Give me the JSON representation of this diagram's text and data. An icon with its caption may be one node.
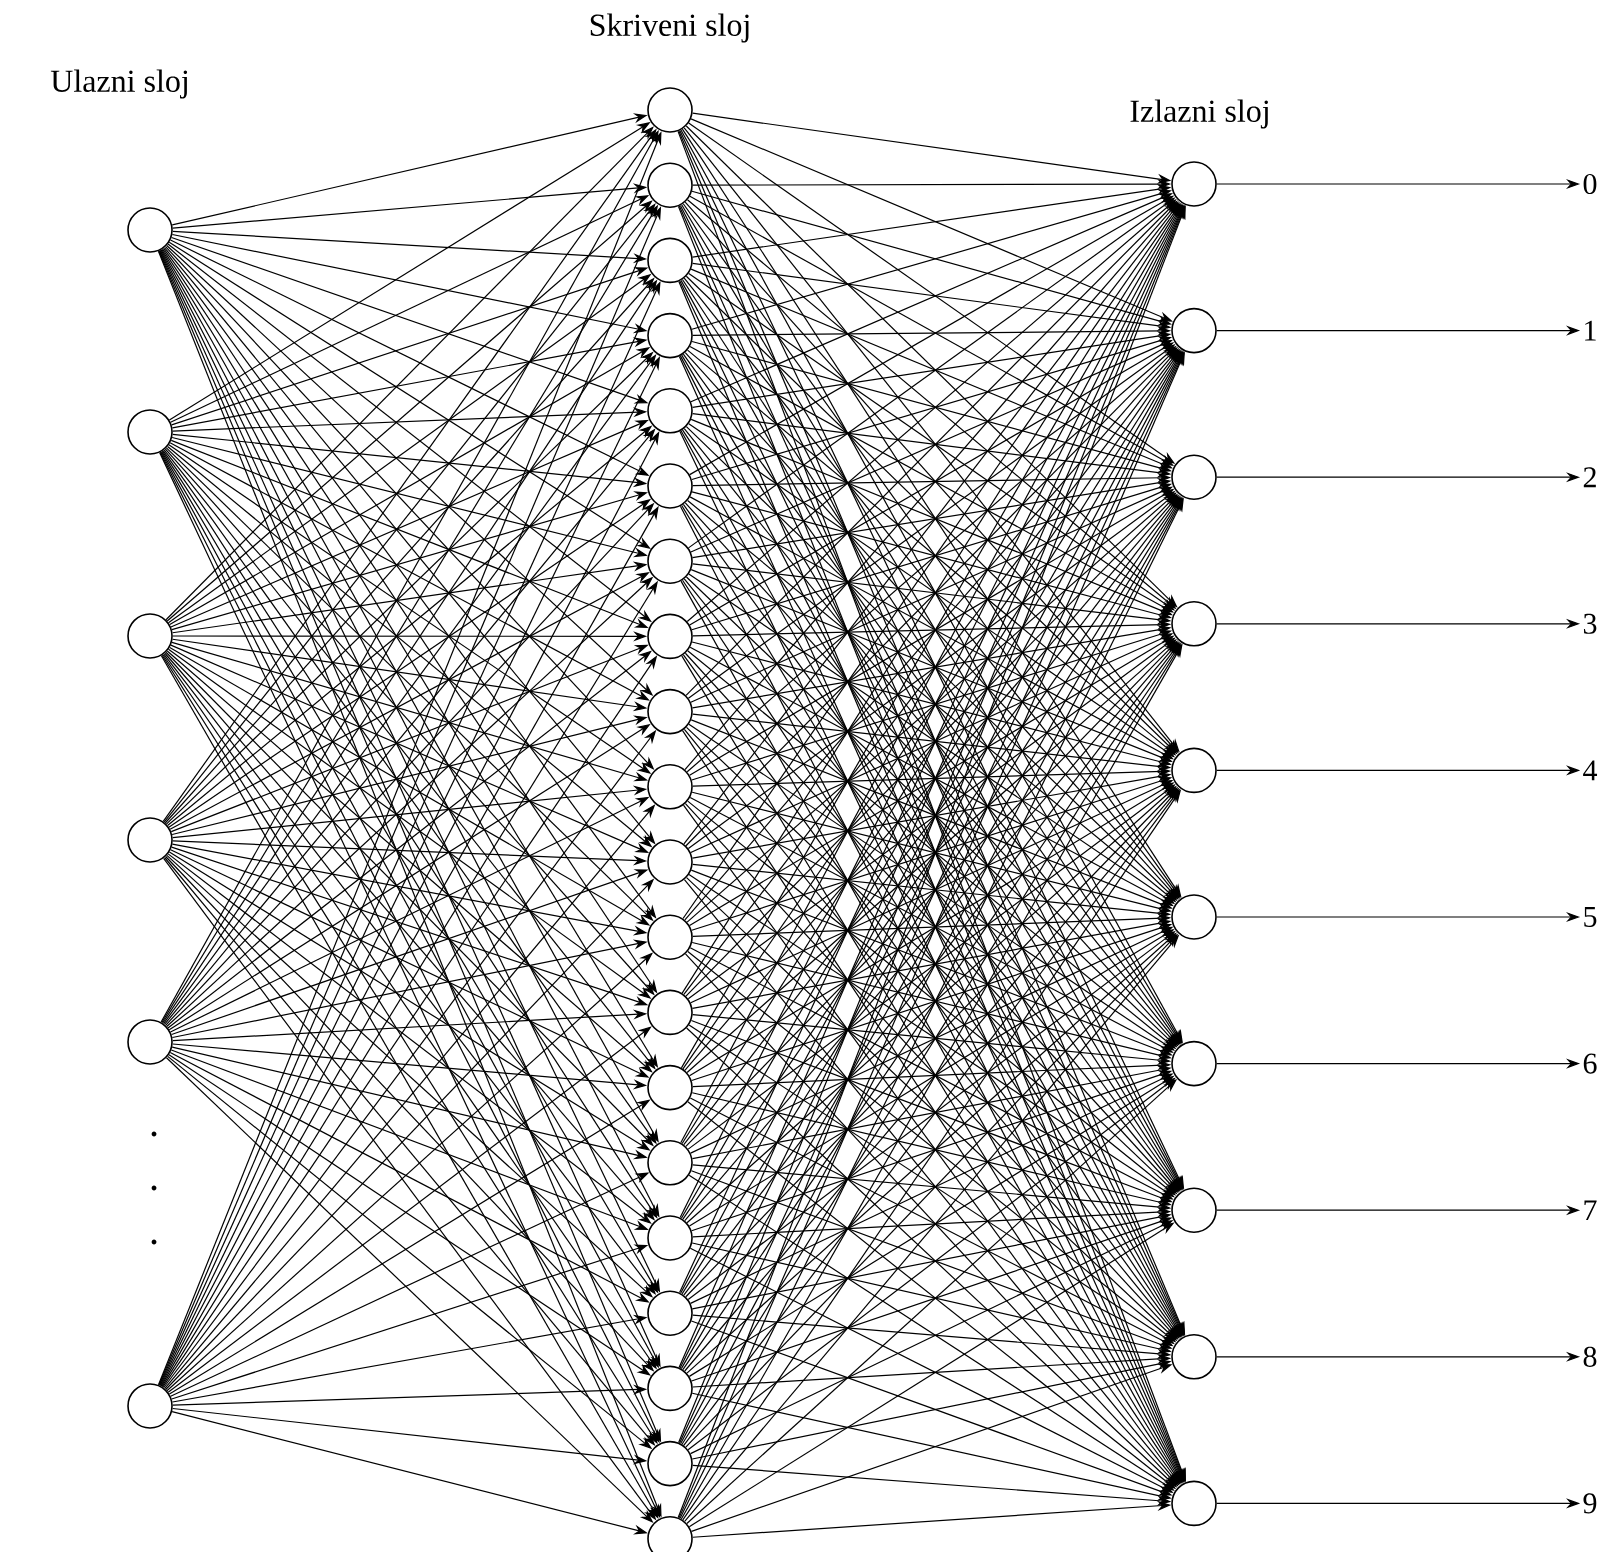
{
  "diagram": {
    "nodes": [
      {
        "text": [],
        "shape": "circle"
      },
      {
        "text": [],
        "shape": "circle"
      },
      {
        "text": [],
        "shape": "circle"
      },
      {
        "text": [],
        "shape": "circle"
      },
      {
        "text": [],
        "shape": "circle"
      },
      {
        "text": [],
        "shape": "circle"
      },
      {
        "text": [],
        "shape": "circle"
      },
      {
        "text": [],
        "shape": "circle"
      },
      {
        "text": [],
        "shape": "circle"
      },
      {
        "text": [],
        "shape": "circle"
      },
      {
        "text": [],
        "shape": "circle"
      },
      {
        "text": [],
        "shape": "circle"
      },
      {
        "text": [],
        "shape": "circle"
      },
      {
        "text": [],
        "shape": "circle"
      },
      {
        "text": [],
        "shape": "circle"
      },
      {
        "text": [],
        "shape": "circle"
      },
      {
        "text": [],
        "shape": "circle"
      },
      {
        "text": [],
        "shape": "circle"
      },
      {
        "text": [],
        "shape": "circle"
      },
      {
        "text": [],
        "shape": "circle"
      },
      {
        "text": [],
        "shape": "circle"
      },
      {
        "text": [],
        "shape": "circle"
      },
      {
        "text": [],
        "shape": "circle"
      },
      {
        "text": [],
        "shape": "circle"
      },
      {
        "text": [],
        "shape": "circle"
      },
      {
        "text": [],
        "shape": "circle"
      },
      {
        "text": [],
        "shape": "circle"
      },
      {
        "text": [],
        "shape": "circle"
      },
      {
        "text": [],
        "shape": "circle"
      },
      {
        "text": [],
        "shape": "circle"
      },
      {
        "text": [],
        "shape": "circle"
      },
      {
        "text": [],
        "shape": "circle"
      },
      {
        "text": [],
        "shape": "circle"
      },
      {
        "text": [],
        "shape": "circle"
      },
      {
        "text": [],
        "shape": "circle"
      },
      {
        "text": [],
        "shape": "circle"
      },
      {
        "text": [
          "0"
        ]
      },
      {
        "text": [
          "1"
        ]
      },
      {
        "text": [
          "2"
        ]
      },
      {
        "text": [
          "3"
        ]
      },
      {
        "text": [
          "4"
        ]
      },
      {
        "text": [
          "5"
        ]
      },
      {
        "text": [
          "6"
        ]
      },
      {
        "text": [
          "7"
        ]
      },
      {
        "text": [
          "8"
        ]
      },
      {
        "text": [
          "9"
        ]
      }
    ],
    "edges": [
      {
        "from": 0,
        "to": 6,
        "arrow": "to"
      },
      {
        "from": 0,
        "to": 7,
        "arrow": "to"
      },
      {
        "from": 0,
        "to": 8,
        "arrow": "to"
      },
      {
        "from": 0,
        "to": 9,
        "arrow": "to"
      },
      {
        "from": 0,
        "to": 10,
        "arrow": "to"
      },
      {
        "from": 0,
        "to": 11,
        "arrow": "to"
      },
      {
        "from": 0,
        "to": 12,
        "arrow": "to"
      },
      {
        "from": 0,
        "to": 13,
        "arrow": "to"
      },
      {
        "from": 0,
        "to": 14,
        "arrow": "to"
      },
      {
        "from": 0,
        "to": 15,
        "arrow": "to"
      },
      {
        "from": 0,
        "to": 16,
        "arrow": "to"
      },
      {
        "from": 0,
        "to": 17,
        "arrow": "to"
      },
      {
        "from": 0,
        "to": 18,
        "arrow": "to"
      },
      {
        "from": 0,
        "to": 19,
        "arrow": "to"
      },
      {
        "from": 0,
        "to": 20,
        "arrow": "to"
      },
      {
        "from": 0,
        "to": 21,
        "arrow": "to"
      },
      {
        "from": 0,
        "to": 22,
        "arrow": "to"
      },
      {
        "from": 0,
        "to": 23,
        "arrow": "to"
      },
      {
        "from": 0,
        "to": 24,
        "arrow": "to"
      },
      {
        "from": 0,
        "to": 25,
        "arrow": "to"
      },
      {
        "from": 1,
        "to": 6,
        "arrow": "to"
      },
      {
        "from": 1,
        "to": 7,
        "arrow": "to"
      },
      {
        "from": 1,
        "to": 8,
        "arrow": "to"
      },
      {
        "from": 1,
        "to": 9,
        "arrow": "to"
      },
      {
        "from": 1,
        "to": 10,
        "arrow": "to"
      },
      {
        "from": 1,
        "to": 11,
        "arrow": "to"
      },
      {
        "from": 1,
        "to": 12,
        "arrow": "to"
      },
      {
        "from": 1,
        "to": 13,
        "arrow": "to"
      },
      {
        "from": 1,
        "to": 14,
        "arrow": "to"
      },
      {
        "from": 1,
        "to": 15,
        "arrow": "to"
      },
      {
        "from": 1,
        "to": 16,
        "arrow": "to"
      },
      {
        "from": 1,
        "to": 17,
        "arrow": "to"
      },
      {
        "from": 1,
        "to": 18,
        "arrow": "to"
      },
      {
        "from": 1,
        "to": 19,
        "arrow": "to"
      },
      {
        "from": 1,
        "to": 20,
        "arrow": "to"
      },
      {
        "from": 1,
        "to": 21,
        "arrow": "to"
      },
      {
        "from": 1,
        "to": 22,
        "arrow": "to"
      },
      {
        "from": 1,
        "to": 23,
        "arrow": "to"
      },
      {
        "from": 1,
        "to": 24,
        "arrow": "to"
      },
      {
        "from": 1,
        "to": 25,
        "arrow": "to"
      },
      {
        "from": 2,
        "to": 6,
        "arrow": "to"
      },
      {
        "from": 2,
        "to": 7,
        "arrow": "to"
      },
      {
        "from": 2,
        "to": 8,
        "arrow": "to"
      },
      {
        "from": 2,
        "to": 9,
        "arrow": "to"
      },
      {
        "from": 2,
        "to": 10,
        "arrow": "to"
      },
      {
        "from": 2,
        "to": 11,
        "arrow": "to"
      },
      {
        "from": 2,
        "to": 12,
        "arrow": "to"
      },
      {
        "from": 2,
        "to": 13,
        "arrow": "to"
      },
      {
        "from": 2,
        "to": 14,
        "arrow": "to"
      },
      {
        "from": 2,
        "to": 15,
        "arrow": "to"
      },
      {
        "from": 2,
        "to": 16,
        "arrow": "to"
      },
      {
        "from": 2,
        "to": 17,
        "arrow": "to"
      },
      {
        "from": 2,
        "to": 18,
        "arrow": "to"
      },
      {
        "from": 2,
        "to": 19,
        "arrow": "to"
      },
      {
        "from": 2,
        "to": 20,
        "arrow": "to"
      },
      {
        "from": 2,
        "to": 21,
        "arrow": "to"
      },
      {
        "from": 2,
        "to": 22,
        "arrow": "to"
      },
      {
        "from": 2,
        "to": 23,
        "arrow": "to"
      },
      {
        "from": 2,
        "to": 24,
        "arrow": "to"
      },
      {
        "from": 2,
        "to": 25,
        "arrow": "to"
      },
      {
        "from": 3,
        "to": 6,
        "arrow": "to"
      },
      {
        "from": 3,
        "to": 7,
        "arrow": "to"
      },
      {
        "from": 3,
        "to": 8,
        "arrow": "to"
      },
      {
        "from": 3,
        "to": 9,
        "arrow": "to"
      },
      {
        "from": 3,
        "to": 10,
        "arrow": "to"
      },
      {
        "from": 3,
        "to": 11,
        "arrow": "to"
      },
      {
        "from": 3,
        "to": 12,
        "arrow": "to"
      },
      {
        "from": 3,
        "to": 13,
        "arrow": "to"
      },
      {
        "from": 3,
        "to": 14,
        "arrow": "to"
      },
      {
        "from": 3,
        "to": 15,
        "arrow": "to"
      },
      {
        "from": 3,
        "to": 16,
        "arrow": "to"
      },
      {
        "from": 3,
        "to": 17,
        "arrow": "to"
      },
      {
        "from": 3,
        "to": 18,
        "arrow": "to"
      },
      {
        "from": 3,
        "to": 19,
        "arrow": "to"
      },
      {
        "from": 3,
        "to": 20,
        "arrow": "to"
      },
      {
        "from": 3,
        "to": 21,
        "arrow": "to"
      },
      {
        "from": 3,
        "to": 22,
        "arrow": "to"
      },
      {
        "from": 3,
        "to": 23,
        "arrow": "to"
      },
      {
        "from": 3,
        "to": 24,
        "arrow": "to"
      },
      {
        "from": 3,
        "to": 25,
        "arrow": "to"
      },
      {
        "from": 4,
        "to": 6,
        "arrow": "to"
      },
      {
        "from": 4,
        "to": 7,
        "arrow": "to"
      },
      {
        "from": 4,
        "to": 8,
        "arrow": "to"
      },
      {
        "from": 4,
        "to": 9,
        "arrow": "to"
      },
      {
        "from": 4,
        "to": 10,
        "arrow": "to"
      },
      {
        "from": 4,
        "to": 11,
        "arrow": "to"
      },
      {
        "from": 4,
        "to": 12,
        "arrow": "to"
      },
      {
        "from": 4,
        "to": 13,
        "arrow": "to"
      },
      {
        "from": 4,
        "to": 14,
        "arrow": "to"
      },
      {
        "from": 4,
        "to": 15,
        "arrow": "to"
      },
      {
        "from": 4,
        "to": 16,
        "arrow": "to"
      },
      {
        "from": 4,
        "to": 17,
        "arrow": "to"
      },
      {
        "from": 4,
        "to": 18,
        "arrow": "to"
      },
      {
        "from": 4,
        "to": 19,
        "arrow": "to"
      },
      {
        "from": 4,
        "to": 20,
        "arrow": "to"
      },
      {
        "from": 4,
        "to": 21,
        "arrow": "to"
      },
      {
        "from": 4,
        "to": 22,
        "arrow": "to"
      },
      {
        "from": 4,
        "to": 23,
        "arrow": "to"
      },
      {
        "from": 4,
        "to": 24,
        "arrow": "to"
      },
      {
        "from": 4,
        "to": 25,
        "arrow": "to"
      },
      {
        "from": 5,
        "to": 6,
        "arrow": "to"
      },
      {
        "from": 5,
        "to": 7,
        "arrow": "to"
      },
      {
        "from": 5,
        "to": 8,
        "arrow": "to"
      },
      {
        "from": 5,
        "to": 9,
        "arrow": "to"
      },
      {
        "from": 5,
        "to": 10,
        "arrow": "to"
      },
      {
        "from": 5,
        "to": 11,
        "arrow": "to"
      },
      {
        "from": 5,
        "to": 12,
        "arrow": "to"
      },
      {
        "from": 5,
        "to": 13,
        "arrow": "to"
      },
      {
        "from": 5,
        "to": 14,
        "arrow": "to"
      },
      {
        "from": 5,
        "to": 15,
        "arrow": "to"
      },
      {
        "from": 5,
        "to": 16,
        "arrow": "to"
      },
      {
        "from": 5,
        "to": 17,
        "arrow": "to"
      },
      {
        "from": 5,
        "to": 18,
        "arrow": "to"
      },
      {
        "from": 5,
        "to": 19,
        "arrow": "to"
      },
      {
        "from": 5,
        "to": 20,
        "arrow": "to"
      },
      {
        "from": 5,
        "to": 21,
        "arrow": "to"
      },
      {
        "from": 5,
        "to": 22,
        "arrow": "to"
      },
      {
        "from": 5,
        "to": 23,
        "arrow": "to"
      },
      {
        "from": 5,
        "to": 24,
        "arrow": "to"
      },
      {
        "from": 5,
        "to": 25,
        "arrow": "to"
      },
      {
        "from": 6,
        "to": 26,
        "arrow": "to"
      },
      {
        "from": 6,
        "to": 27,
        "arrow": "to"
      },
      {
        "from": 6,
        "to": 28,
        "arrow": "to"
      },
      {
        "from": 6,
        "to": 29,
        "arrow": "to"
      },
      {
        "from": 6,
        "to": 30,
        "arrow": "to"
      },
      {
        "from": 6,
        "to": 31,
        "arrow": "to"
      },
      {
        "from": 6,
        "to": 32,
        "arrow": "to"
      },
      {
        "from": 6,
        "to": 33,
        "arrow": "to"
      },
      {
        "from": 6,
        "to": 34,
        "arrow": "to"
      },
      {
        "from": 6,
        "to": 35,
        "arrow": "to"
      },
      {
        "from": 7,
        "to": 26,
        "arrow": "to"
      },
      {
        "from": 7,
        "to": 27,
        "arrow": "to"
      },
      {
        "from": 7,
        "to": 28,
        "arrow": "to"
      },
      {
        "from": 7,
        "to": 29,
        "arrow": "to"
      },
      {
        "from": 7,
        "to": 30,
        "arrow": "to"
      },
      {
        "from": 7,
        "to": 31,
        "arrow": "to"
      },
      {
        "from": 7,
        "to": 32,
        "arrow": "to"
      },
      {
        "from": 7,
        "to": 33,
        "arrow": "to"
      },
      {
        "from": 7,
        "to": 34,
        "arrow": "to"
      },
      {
        "from": 7,
        "to": 35,
        "arrow": "to"
      },
      {
        "from": 8,
        "to": 26,
        "arrow": "to"
      },
      {
        "from": 8,
        "to": 27,
        "arrow": "to"
      },
      {
        "from": 8,
        "to": 28,
        "arrow": "to"
      },
      {
        "from": 8,
        "to": 29,
        "arrow": "to"
      },
      {
        "from": 8,
        "to": 30,
        "arrow": "to"
      },
      {
        "from": 8,
        "to": 31,
        "arrow": "to"
      },
      {
        "from": 8,
        "to": 32,
        "arrow": "to"
      },
      {
        "from": 8,
        "to": 33,
        "arrow": "to"
      },
      {
        "from": 8,
        "to": 34,
        "arrow": "to"
      },
      {
        "from": 8,
        "to": 35,
        "arrow": "to"
      },
      {
        "from": 9,
        "to": 26,
        "arrow": "to"
      },
      {
        "from": 9,
        "to": 27,
        "arrow": "to"
      },
      {
        "from": 9,
        "to": 28,
        "arrow": "to"
      },
      {
        "from": 9,
        "to": 29,
        "arrow": "to"
      },
      {
        "from": 9,
        "to": 30,
        "arrow": "to"
      },
      {
        "from": 9,
        "to": 31,
        "arrow": "to"
      },
      {
        "from": 9,
        "to": 32,
        "arrow": "to"
      },
      {
        "from": 9,
        "to": 33,
        "arrow": "to"
      },
      {
        "from": 9,
        "to": 34,
        "arrow": "to"
      },
      {
        "from": 9,
        "to": 35,
        "arrow": "to"
      },
      {
        "from": 10,
        "to": 26,
        "arrow": "to"
      },
      {
        "from": 10,
        "to": 27,
        "arrow": "to"
      },
      {
        "from": 10,
        "to": 28,
        "arrow": "to"
      },
      {
        "from": 10,
        "to": 29,
        "arrow": "to"
      },
      {
        "from": 10,
        "to": 30,
        "arrow": "to"
      },
      {
        "from": 10,
        "to": 31,
        "arrow": "to"
      },
      {
        "from": 10,
        "to": 32,
        "arrow": "to"
      },
      {
        "from": 10,
        "to": 33,
        "arrow": "to"
      },
      {
        "from": 10,
        "to": 34,
        "arrow": "to"
      },
      {
        "from": 10,
        "to": 35,
        "arrow": "to"
      },
      {
        "from": 11,
        "to": 26,
        "arrow": "to"
      },
      {
        "from": 11,
        "to": 27,
        "arrow": "to"
      },
      {
        "from": 11,
        "to": 28,
        "arrow": "to"
      },
      {
        "from": 11,
        "to": 29,
        "arrow": "to"
      },
      {
        "from": 11,
        "to": 30,
        "arrow": "to"
      },
      {
        "from": 11,
        "to": 31,
        "arrow": "to"
      },
      {
        "from": 11,
        "to": 32,
        "arrow": "to"
      },
      {
        "from": 11,
        "to": 33,
        "arrow": "to"
      },
      {
        "from": 11,
        "to": 34,
        "arrow": "to"
      },
      {
        "from": 11,
        "to": 35,
        "arrow": "to"
      },
      {
        "from": 12,
        "to": 26,
        "arrow": "to"
      },
      {
        "from": 12,
        "to": 27,
        "arrow": "to"
      },
      {
        "from": 12,
        "to": 28,
        "arrow": "to"
      },
      {
        "from": 12,
        "to": 29,
        "arrow": "to"
      },
      {
        "from": 12,
        "to": 30,
        "arrow": "to"
      },
      {
        "from": 12,
        "to": 31,
        "arrow": "to"
      },
      {
        "from": 12,
        "to": 32,
        "arrow": "to"
      },
      {
        "from": 12,
        "to": 33,
        "arrow": "to"
      },
      {
        "from": 12,
        "to": 34,
        "arrow": "to"
      },
      {
        "from": 12,
        "to": 35,
        "arrow": "to"
      },
      {
        "from": 13,
        "to": 26,
        "arrow": "to"
      },
      {
        "from": 13,
        "to": 27,
        "arrow": "to"
      },
      {
        "from": 13,
        "to": 28,
        "arrow": "to"
      },
      {
        "from": 13,
        "to": 29,
        "arrow": "to"
      },
      {
        "from": 13,
        "to": 30,
        "arrow": "to"
      },
      {
        "from": 13,
        "to": 31,
        "arrow": "to"
      },
      {
        "from": 13,
        "to": 32,
        "arrow": "to"
      },
      {
        "from": 13,
        "to": 33,
        "arrow": "to"
      },
      {
        "from": 13,
        "to": 34,
        "arrow": "to"
      },
      {
        "from": 13,
        "to": 35,
        "arrow": "to"
      },
      {
        "from": 14,
        "to": 26,
        "arrow": "to"
      },
      {
        "from": 14,
        "to": 27,
        "arrow": "to"
      },
      {
        "from": 14,
        "to": 28,
        "arrow": "to"
      },
      {
        "from": 14,
        "to": 29,
        "arrow": "to"
      },
      {
        "from": 14,
        "to": 30,
        "arrow": "to"
      },
      {
        "from": 14,
        "to": 31,
        "arrow": "to"
      },
      {
        "from": 14,
        "to": 32,
        "arrow": "to"
      },
      {
        "from": 14,
        "to": 33,
        "arrow": "to"
      },
      {
        "from": 14,
        "to": 34,
        "arrow": "to"
      },
      {
        "from": 14,
        "to": 35,
        "arrow": "to"
      },
      {
        "from": 15,
        "to": 26,
        "arrow": "to"
      },
      {
        "from": 15,
        "to": 27,
        "arrow": "to"
      },
      {
        "from": 15,
        "to": 28,
        "arrow": "to"
      },
      {
        "from": 15,
        "to": 29,
        "arrow": "to"
      },
      {
        "from": 15,
        "to": 30,
        "arrow": "to"
      },
      {
        "from": 15,
        "to": 31,
        "arrow": "to"
      },
      {
        "from": 15,
        "to": 32,
        "arrow": "to"
      },
      {
        "from": 15,
        "to": 33,
        "arrow": "to"
      },
      {
        "from": 15,
        "to": 34,
        "arrow": "to"
      },
      {
        "from": 15,
        "to": 35,
        "arrow": "to"
      },
      {
        "from": 16,
        "to": 26,
        "arrow": "to"
      },
      {
        "from": 16,
        "to": 27,
        "arrow": "to"
      },
      {
        "from": 16,
        "to": 28,
        "arrow": "to"
      },
      {
        "from": 16,
        "to": 29,
        "arrow": "to"
      },
      {
        "from": 16,
        "to": 30,
        "arrow": "to"
      },
      {
        "from": 16,
        "to": 31,
        "arrow": "to"
      },
      {
        "from": 16,
        "to": 32,
        "arrow": "to"
      },
      {
        "from": 16,
        "to": 33,
        "arrow": "to"
      },
      {
        "from": 16,
        "to": 34,
        "arrow": "to"
      },
      {
        "from": 16,
        "to": 35,
        "arrow": "to"
      },
      {
        "from": 17,
        "to": 26,
        "arrow": "to"
      },
      {
        "from": 17,
        "to": 27,
        "arrow": "to"
      },
      {
        "from": 17,
        "to": 28,
        "arrow": "to"
      },
      {
        "from": 17,
        "to": 29,
        "arrow": "to"
      },
      {
        "from": 17,
        "to": 30,
        "arrow": "to"
      },
      {
        "from": 17,
        "to": 31,
        "arrow": "to"
      },
      {
        "from": 17,
        "to": 32,
        "arrow": "to"
      },
      {
        "from": 17,
        "to": 33,
        "arrow": "to"
      },
      {
        "from": 17,
        "to": 34,
        "arrow": "to"
      },
      {
        "from": 17,
        "to": 35,
        "arrow": "to"
      },
      {
        "from": 18,
        "to": 26,
        "arrow": "to"
      },
      {
        "from": 18,
        "to": 27,
        "arrow": "to"
      },
      {
        "from": 18,
        "to": 28,
        "arrow": "to"
      },
      {
        "from": 18,
        "to": 29,
        "arrow": "to"
      },
      {
        "from": 18,
        "to": 30,
        "arrow": "to"
      },
      {
        "from": 18,
        "to": 31,
        "arrow": "to"
      },
      {
        "from": 18,
        "to": 32,
        "arrow": "to"
      },
      {
        "from": 18,
        "to": 33,
        "arrow": "to"
      },
      {
        "from": 18,
        "to": 34,
        "arrow": "to"
      },
      {
        "from": 18,
        "to": 35,
        "arrow": "to"
      },
      {
        "from": 19,
        "to": 26,
        "arrow": "to"
      },
      {
        "from": 19,
        "to": 27,
        "arrow": "to"
      },
      {
        "from": 19,
        "to": 28,
        "arrow": "to"
      },
      {
        "from": 19,
        "to": 29,
        "arrow": "to"
      },
      {
        "from": 19,
        "to": 30,
        "arrow": "to"
      },
      {
        "from": 19,
        "to": 31,
        "arrow": "to"
      },
      {
        "from": 19,
        "to": 32,
        "arrow": "to"
      },
      {
        "from": 19,
        "to": 33,
        "arrow": "to"
      },
      {
        "from": 19,
        "to": 34,
        "arrow": "to"
      },
      {
        "from": 19,
        "to": 35,
        "arrow": "to"
      },
      {
        "from": 20,
        "to": 26,
        "arrow": "to"
      },
      {
        "from": 20,
        "to": 27,
        "arrow": "to"
      },
      {
        "from": 20,
        "to": 28,
        "arrow": "to"
      },
      {
        "from": 20,
        "to": 29,
        "arrow": "to"
      },
      {
        "from": 20,
        "to": 30,
        "arrow": "to"
      },
      {
        "from": 20,
        "to": 31,
        "arrow": "to"
      },
      {
        "from": 20,
        "to": 32,
        "arrow": "to"
      },
      {
        "from": 20,
        "to": 33,
        "arrow": "to"
      },
      {
        "from": 20,
        "to": 34,
        "arrow": "to"
      },
      {
        "from": 20,
        "to": 35,
        "arrow": "to"
      },
      {
        "from": 21,
        "to": 26,
        "arrow": "to"
      },
      {
        "from": 21,
        "to": 27,
        "arrow": "to"
      },
      {
        "from": 21,
        "to": 28,
        "arrow": "to"
      },
      {
        "from": 21,
        "to": 29,
        "arrow": "to"
      },
      {
        "from": 21,
        "to": 30,
        "arrow": "to"
      },
      {
        "from": 21,
        "to": 31,
        "arrow": "to"
      },
      {
        "from": 21,
        "to": 32,
        "arrow": "to"
      },
      {
        "from": 21,
        "to": 33,
        "arrow": "to"
      },
      {
        "from": 21,
        "to": 34,
        "arrow": "to"
      },
      {
        "from": 21,
        "to": 35,
        "arrow": "to"
      },
      {
        "from": 22,
        "to": 26,
        "arrow": "to"
      },
      {
        "from": 22,
        "to": 27,
        "arrow": "to"
      },
      {
        "from": 22,
        "to": 28,
        "arrow": "to"
      },
      {
        "from": 22,
        "to": 29,
        "arrow": "to"
      },
      {
        "from": 22,
        "to": 30,
        "arrow": "to"
      },
      {
        "from": 22,
        "to": 31,
        "arrow": "to"
      },
      {
        "from": 22,
        "to": 32,
        "arrow": "to"
      },
      {
        "from": 22,
        "to": 33,
        "arrow": "to"
      },
      {
        "from": 22,
        "to": 34,
        "arrow": "to"
      },
      {
        "from": 22,
        "to": 35,
        "arrow": "to"
      },
      {
        "from": 23,
        "to": 26,
        "arrow": "to"
      },
      {
        "from": 23,
        "to": 27,
        "arrow": "to"
      },
      {
        "from": 23,
        "to": 28,
        "arrow": "to"
      },
      {
        "from": 23,
        "to": 29,
        "arrow": "to"
      },
      {
        "from": 23,
        "to": 30,
        "arrow": "to"
      },
      {
        "from": 23,
        "to": 31,
        "arrow": "to"
      },
      {
        "from": 23,
        "to": 32,
        "arrow": "to"
      },
      {
        "from": 23,
        "to": 33,
        "arrow": "to"
      },
      {
        "from": 23,
        "to": 34,
        "arrow": "to"
      },
      {
        "from": 23,
        "to": 35,
        "arrow": "to"
      },
      {
        "from": 24,
        "to": 26,
        "arrow": "to"
      },
      {
        "from": 24,
        "to": 27,
        "arrow": "to"
      },
      {
        "from": 24,
        "to": 28,
        "arrow": "to"
      },
      {
        "from": 24,
        "to": 29,
        "arrow": "to"
      },
      {
        "from": 24,
        "to": 30,
        "arrow": "to"
      },
      {
        "from": 24,
        "to": 31,
        "arrow": "to"
      },
      {
        "from": 24,
        "to": 32,
        "arrow": "to"
      },
      {
        "from": 24,
        "to": 33,
        "arrow": "to"
      },
      {
        "from": 24,
        "to": 34,
        "arrow": "to"
      },
      {
        "from": 24,
        "to": 35,
        "arrow": "to"
      },
      {
        "from": 25,
        "to": 26,
        "arrow": "to"
      },
      {
        "from": 25,
        "to": 27,
        "arrow": "to"
      },
      {
        "from": 25,
        "to": 28,
        "arrow": "to"
      },
      {
        "from": 25,
        "to": 29,
        "arrow": "to"
      },
      {
        "from": 25,
        "to": 30,
        "arrow": "to"
      },
      {
        "from": 25,
        "to": 31,
        "arrow": "to"
      },
      {
        "from": 25,
        "to": 32,
        "arrow": "to"
      },
      {
        "from": 25,
        "to": 33,
        "arrow": "to"
      },
      {
        "from": 25,
        "to": 34,
        "arrow": "to"
      },
      {
        "from": 25,
        "to": 35,
        "arrow": "to"
      },
      {
        "from": 26,
        "to": 36,
        "arrow": "to"
      },
      {
        "from": 27,
        "to": 37,
        "arrow": "to"
      },
      {
        "from": 28,
        "to": 38,
        "arrow": "to"
      },
      {
        "from": 29,
        "to": 39,
        "arrow": "to"
      },
      {
        "from": 30,
        "to": 40,
        "arrow": "to"
      },
      {
        "from": 31,
        "to": 41,
        "arrow": "to"
      },
      {
        "from": 32,
        "to": 42,
        "arrow": "to"
      },
      {
        "from": 33,
        "to": 43,
        "arrow": "to"
      },
      {
        "from": 34,
        "to": 44,
        "arrow": "to"
      },
      {
        "from": 35,
        "to": 45,
        "arrow": "to"
      }
    ],
    "labels": [
      "Ulazni sloj",
      "Skriveni sloj",
      "Izlazni sloj"
    ]
  }
}
